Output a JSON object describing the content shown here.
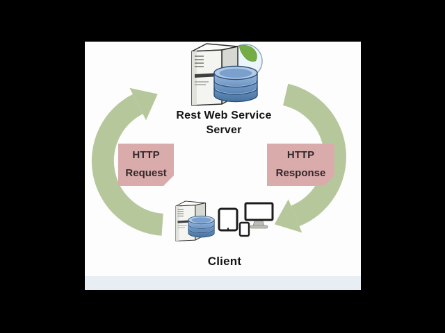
{
  "frame": {
    "description": "REST web service request-response cycle diagram"
  },
  "nodes": {
    "server": {
      "label_line1": "Rest Web Service",
      "label_line2": "Server",
      "icons": [
        "server-tower-icon",
        "globe-icon",
        "database-icon"
      ]
    },
    "client": {
      "label": "Client",
      "icons": [
        "client-tower-icon",
        "client-database-icon",
        "tablet-icon",
        "smartphone-icon",
        "monitor-icon"
      ]
    }
  },
  "flows": {
    "request": {
      "line1": "HTTP",
      "line2": "Request",
      "direction": "client-to-server"
    },
    "response": {
      "line1": "HTTP",
      "line2": "Response",
      "direction": "server-to-client"
    }
  },
  "colors": {
    "page_bg": "#000000",
    "panel_bg": "#fdfdfd",
    "footer_strip": "#e9eef4",
    "arrow_green": "#b7c79c",
    "label_box_pink": "#d9abab",
    "label_box_text": "#33272a",
    "caption_text": "#141414",
    "device_outline": "#1c1c1c",
    "db_outline": "#2d4e78"
  }
}
